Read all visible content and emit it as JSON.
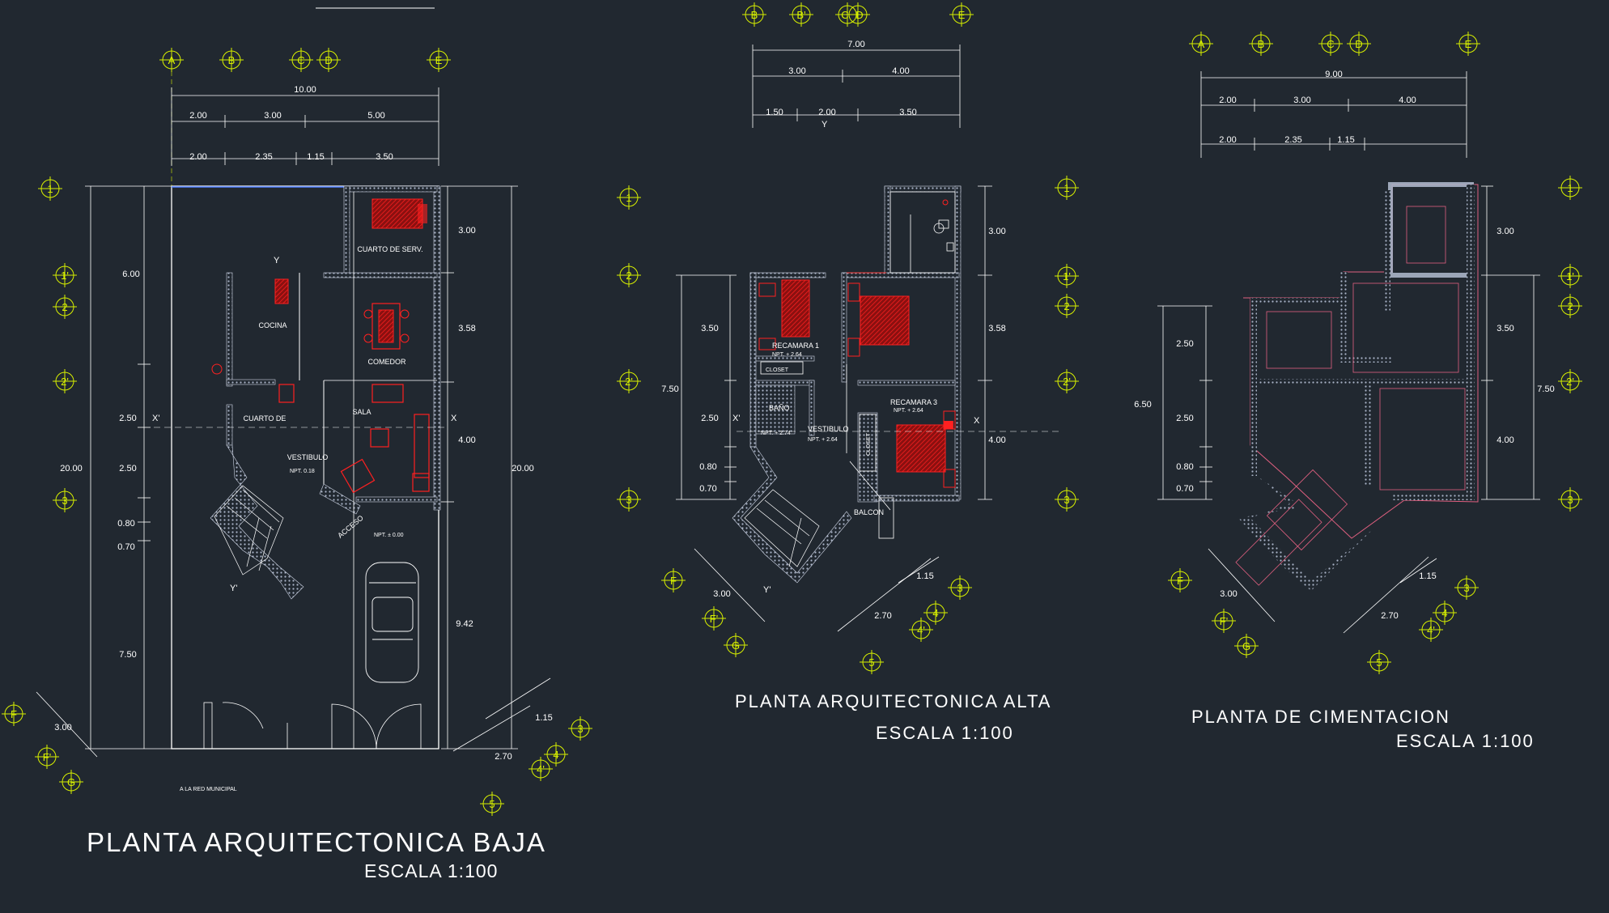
{
  "colors": {
    "background": "#212830",
    "lines": "#ffffff",
    "axis_bubbles": "#d8f000",
    "furniture": "#e01010",
    "walls_hatch": "#aab4c8",
    "foundation": "#e06080"
  },
  "plans": {
    "baja": {
      "title": "PLANTA ARQUITECTONICA BAJA",
      "scale": "ESCALA 1:100",
      "axes_top": [
        "A",
        "B",
        "C",
        "D",
        "E"
      ],
      "axes_side": [
        "1",
        "1'",
        "2",
        "2'",
        "3"
      ],
      "axes_diag": [
        "F",
        "F'",
        "G",
        "3",
        "4",
        "4'",
        "5"
      ],
      "dims_top": [
        "10.00",
        "2.00",
        "3.00",
        "5.00",
        "2.00",
        "2.35",
        "1.15",
        "3.50"
      ],
      "dims_left": [
        "6.00",
        "2.50",
        "2.50",
        "20.00",
        "0.80",
        "0.70",
        "7.50"
      ],
      "dims_right": [
        "3.00",
        "3.58",
        "4.00",
        "9.42",
        "20.00"
      ],
      "dims_diag": [
        "3.00",
        "1.15",
        "2.70"
      ],
      "rooms": [
        "CUARTO DE SERV.",
        "COCINA",
        "COMEDOR",
        "SALA",
        "CUARTO DE",
        "VESTIBULO",
        "ACCESO"
      ],
      "levels": [
        "NPT. 0.18",
        "NPT. ± 0.00"
      ],
      "note": "A LA RED MUNICIPAL",
      "section_marks": [
        "X'",
        "X",
        "Y",
        "Y'"
      ]
    },
    "alta": {
      "title": "PLANTA ARQUITECTONICA ALTA",
      "scale": "ESCALA 1:100",
      "axes_top": [
        "B",
        "B'",
        "C",
        "D",
        "E"
      ],
      "axes_side": [
        "1",
        "1'",
        "2",
        "2'",
        "3"
      ],
      "axes_diag": [
        "F",
        "F'",
        "G",
        "3",
        "4",
        "4'",
        "5"
      ],
      "dims_top": [
        "7.00",
        "3.00",
        "4.00",
        "1.50",
        "2.00",
        "3.50"
      ],
      "dims_left": [
        "3.50",
        "7.50",
        "2.50",
        "0.80",
        "0.70"
      ],
      "dims_right": [
        "3.00",
        "3.58",
        "4.00"
      ],
      "dims_diag": [
        "3.00",
        "1.15",
        "2.70"
      ],
      "rooms": [
        "RECAMARA 1",
        "RECAMARA 3",
        "CLOSET",
        "BAÑO",
        "VESTIBULO",
        "BALCON",
        "CLOSET"
      ],
      "levels": [
        "NPT. + 2.64",
        "NPT. + 2.74",
        "NPT. + 2.64",
        "NPT. + 2.64"
      ],
      "section_marks": [
        "X'",
        "X",
        "Y",
        "Y'"
      ]
    },
    "cimentacion": {
      "title": "PLANTA DE CIMENTACION",
      "scale": "ESCALA 1:100",
      "axes_top": [
        "A",
        "B",
        "C",
        "D",
        "E"
      ],
      "axes_side": [
        "1",
        "1'",
        "2",
        "2'",
        "3"
      ],
      "axes_diag": [
        "F",
        "F'",
        "G",
        "3",
        "4",
        "4'",
        "5"
      ],
      "dims_top": [
        "9.00",
        "2.00",
        "3.00",
        "4.00",
        "2.00",
        "2.35",
        "1.15"
      ],
      "dims_left": [
        "6.50",
        "2.50",
        "2.50",
        "0.80",
        "0.70"
      ],
      "dims_right": [
        "3.00",
        "3.50",
        "4.00",
        "7.50"
      ],
      "dims_diag": [
        "3.00",
        "1.15",
        "2.70"
      ]
    }
  }
}
